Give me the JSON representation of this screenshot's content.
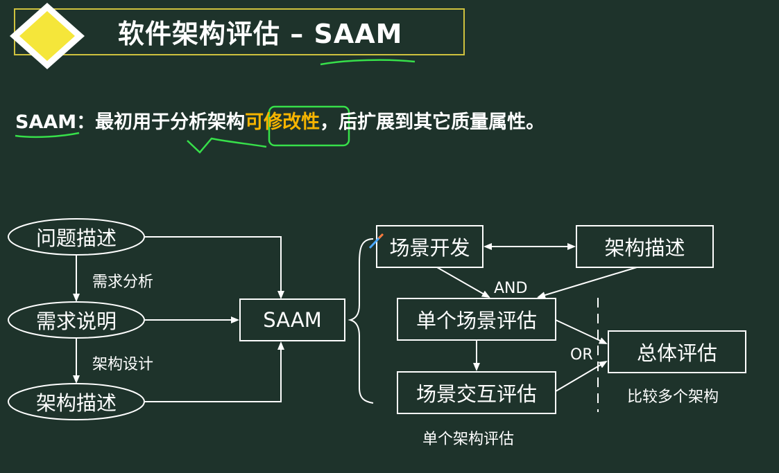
{
  "slide": {
    "title": "软件架构评估 – SAAM",
    "subtitle": {
      "prefix": "SAAM",
      "middle": "：最初用于分析架构",
      "highlight": "可修改性",
      "suffix": "，后扩展到其它质量属性。"
    }
  },
  "left_flow": {
    "nodes": [
      "问题描述",
      "需求说明",
      "架构描述"
    ],
    "edge_labels": [
      "需求分析",
      "架构设计"
    ],
    "center": "SAAM"
  },
  "right_flow": {
    "scenario_dev": "场景开发",
    "arch_desc": "架构描述",
    "single_eval": "单个场景评估",
    "interaction_eval": "场景交互评估",
    "overall_eval": "总体评估",
    "and_label": "AND",
    "or_label": "OR",
    "single_arch_caption": "单个架构评估",
    "compare_caption": "比较多个架构"
  },
  "colors": {
    "background": "#1e332b",
    "title_border": "#cfc23e",
    "diamond": "#f5e63a",
    "highlight": "#f6b400",
    "annotation": "#37e04a"
  }
}
